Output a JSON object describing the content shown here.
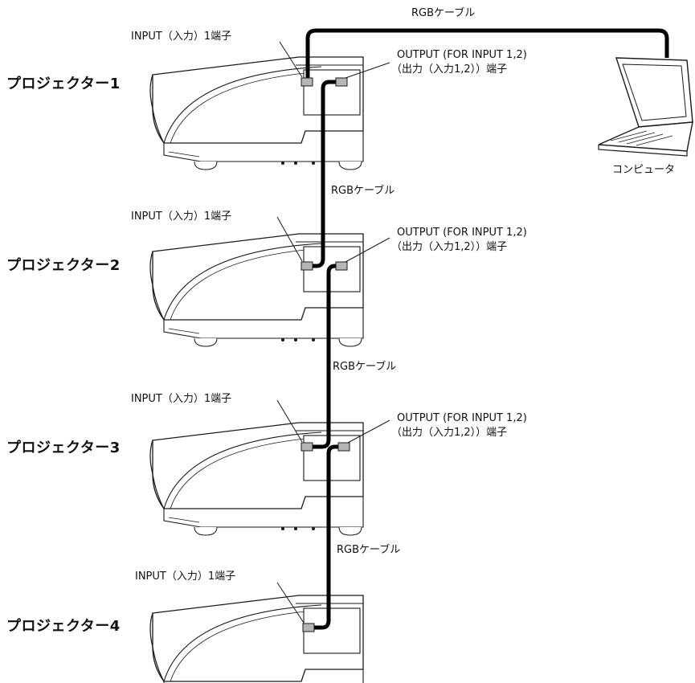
{
  "colors": {
    "cable": "#000000",
    "body": "#ffffff",
    "outline": "#1a1a1a",
    "port": "#b5b5b5"
  },
  "icons": {
    "projector": "projector-icon",
    "laptop": "laptop-icon"
  },
  "top_cable_label": "RGBケーブル",
  "computer_label": "コンピュータ",
  "projectors": [
    {
      "name": "プロジェクター1",
      "input_label": "INPUT（入力）1端子",
      "output_label_1": "OUTPUT (FOR INPUT 1,2)",
      "output_label_2": "（出力（入力1,2））端子"
    },
    {
      "name": "プロジェクター2",
      "input_label": "INPUT（入力）1端子",
      "output_label_1": "OUTPUT (FOR INPUT 1,2)",
      "output_label_2": "（出力（入力1,2））端子"
    },
    {
      "name": "プロジェクター3",
      "input_label": "INPUT（入力）1端子",
      "output_label_1": "OUTPUT (FOR INPUT 1,2)",
      "output_label_2": "（出力（入力1,2））端子"
    },
    {
      "name": "プロジェクター4",
      "input_label": "INPUT（入力）1端子"
    }
  ],
  "cable_labels": [
    "RGBケーブル",
    "RGBケーブル",
    "RGBケーブル"
  ]
}
